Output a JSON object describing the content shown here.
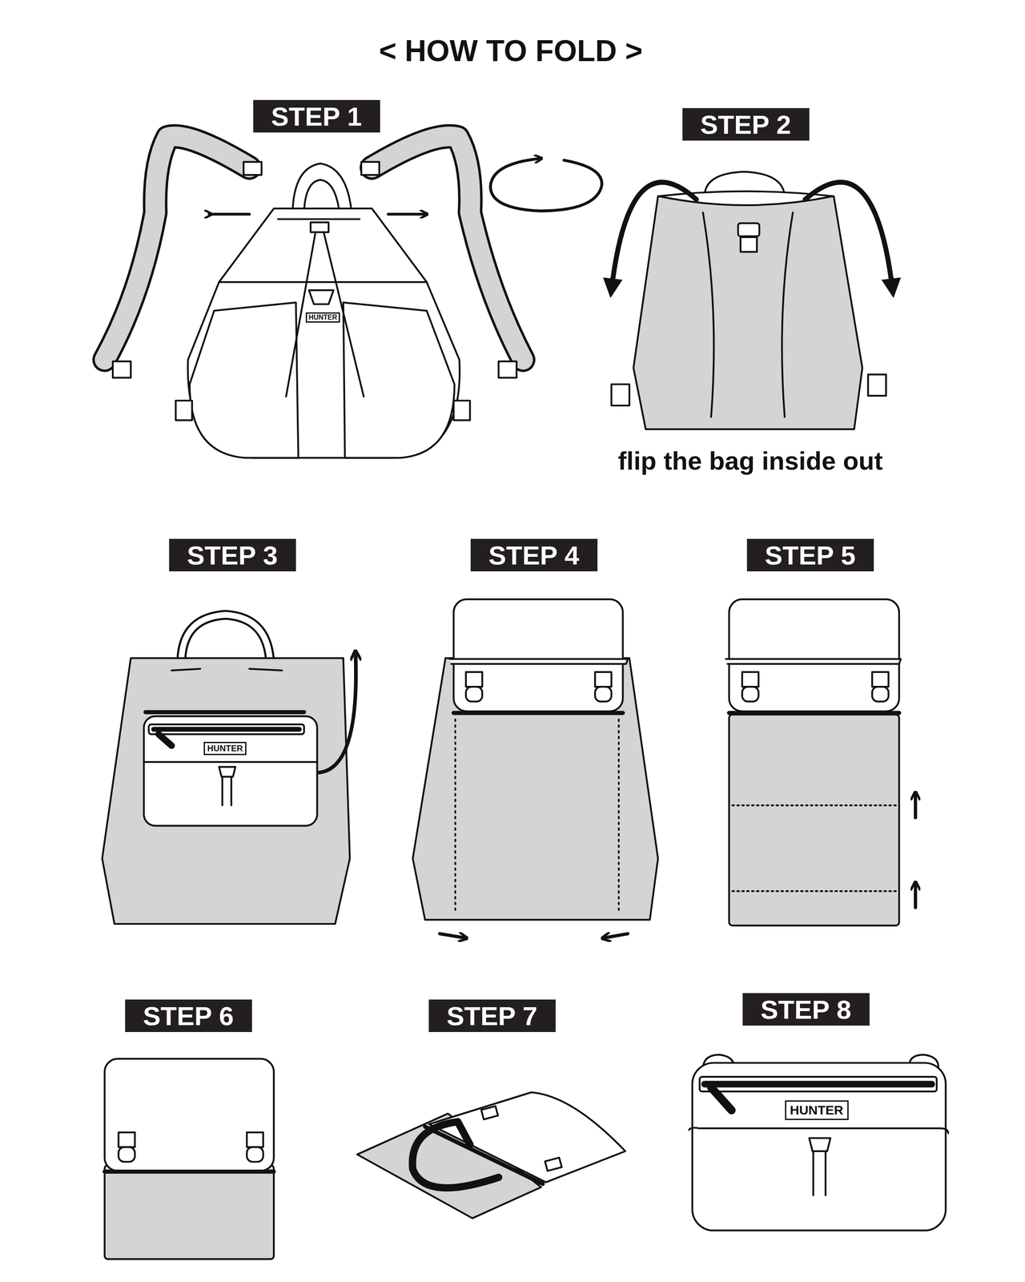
{
  "diagram": {
    "title": "< HOW TO FOLD >",
    "nodes": [
      {
        "text": [
          "STEP 1"
        ]
      },
      {
        "text": [
          "HUNTER"
        ]
      },
      {
        "text": [
          "STEP 2"
        ]
      },
      {
        "text": [
          "STEP 3"
        ]
      },
      {
        "text": [
          "HUNTER"
        ]
      },
      {
        "text": [
          "STEP 4"
        ]
      },
      {
        "text": [
          "STEP 5"
        ]
      },
      {
        "text": [
          "STEP 6"
        ]
      },
      {
        "text": [
          "STEP 7"
        ]
      },
      {
        "text": [
          "STEP 8"
        ]
      },
      {
        "text": [
          "HUNTER"
        ]
      }
    ],
    "edges": [],
    "labels": [
      "flip the bag inside out"
    ]
  }
}
